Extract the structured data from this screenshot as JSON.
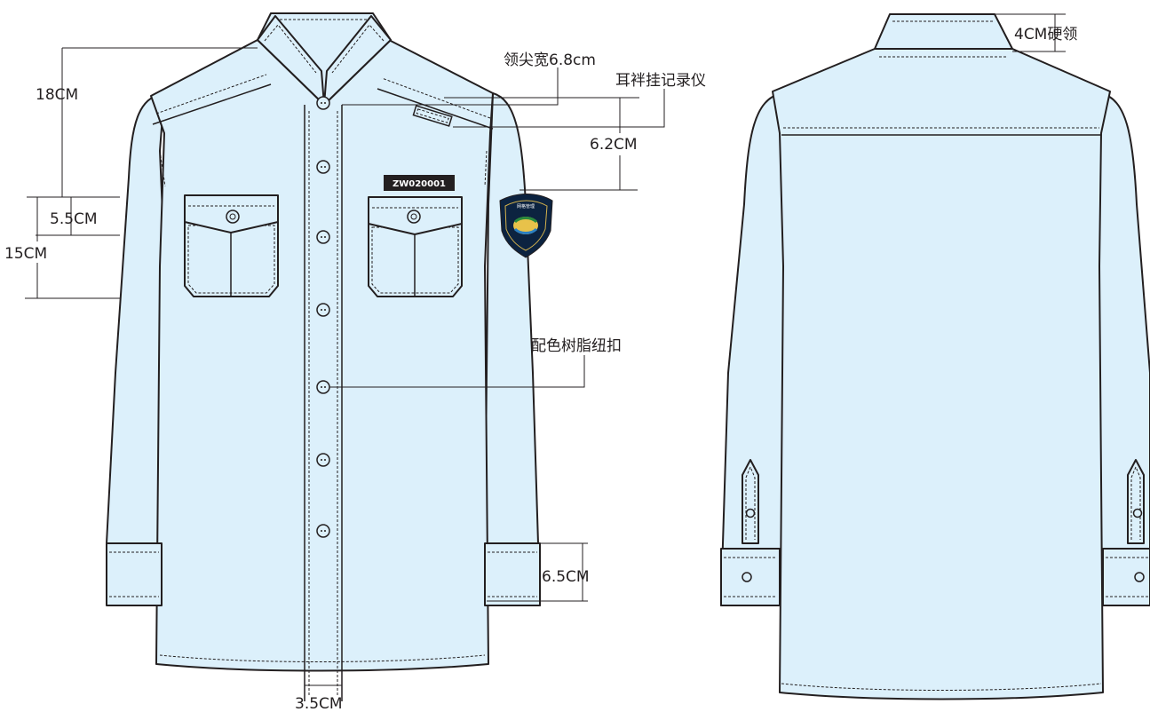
{
  "labels": {
    "collar_point": "领尖宽6.8cm",
    "ear_loop": "耳袢挂记录仪",
    "loop_height": "6.2CM",
    "shoulder_to_pocket": "18CM",
    "pocket_flap": "5.5CM",
    "pocket_height": "15CM",
    "buttons": "配色树脂纽扣",
    "cuff": "6.5CM",
    "placket": "3.5CM",
    "back_collar": "4CM硬领"
  },
  "name_badge": "ZW020001",
  "patch_text": "网格管理",
  "colors": {
    "fabric": "#dcf0fb",
    "outline": "#231f20",
    "badge": "#231f20"
  }
}
